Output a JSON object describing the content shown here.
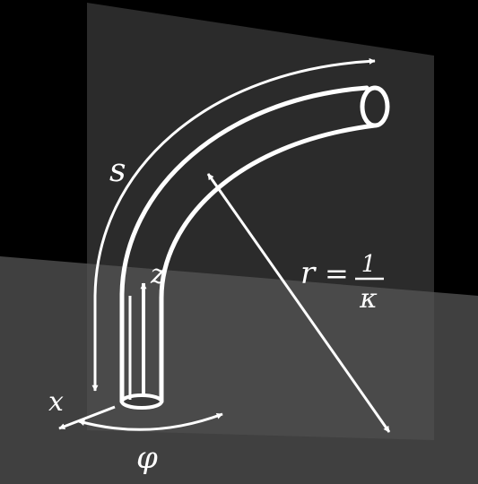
{
  "diagram": {
    "colors": {
      "background": "#000000",
      "plane": "#2b2b2b",
      "ground": "#4a4a4a",
      "stroke": "#ffffff"
    },
    "labels": {
      "s": "s",
      "z": "z",
      "x": "x",
      "phi": "φ",
      "r": "r",
      "equals": "=",
      "one": "1",
      "kappa": "κ"
    }
  }
}
